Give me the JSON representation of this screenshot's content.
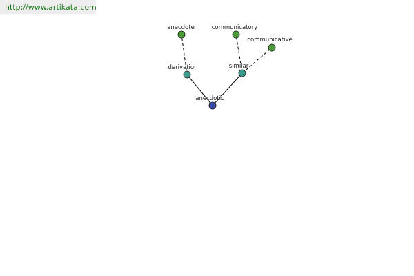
{
  "header": {
    "url": "http://www.artikata.com"
  },
  "colors": {
    "header_bg": "#eeeeee",
    "url_text": "#1a7a1a",
    "node_green": "#4a9a3a",
    "node_teal": "#3a9a8c",
    "node_blue": "#3a4aa8",
    "edge": "#000000"
  },
  "graph": {
    "nodes": [
      {
        "id": "anecdote",
        "label": "anecdote",
        "kind": "leaf"
      },
      {
        "id": "communicatory",
        "label": "communicatory",
        "kind": "leaf"
      },
      {
        "id": "communicative",
        "label": "communicative",
        "kind": "leaf"
      },
      {
        "id": "derivation",
        "label": "derivation",
        "kind": "relation"
      },
      {
        "id": "similar",
        "label": "similar",
        "kind": "relation"
      },
      {
        "id": "anecdotic",
        "label": "anecdotic",
        "kind": "root"
      }
    ],
    "edges": [
      {
        "from": "anecdotic",
        "to": "derivation",
        "style": "solid"
      },
      {
        "from": "anecdotic",
        "to": "similar",
        "style": "solid"
      },
      {
        "from": "derivation",
        "to": "anecdote",
        "style": "dashed"
      },
      {
        "from": "similar",
        "to": "communicatory",
        "style": "dashed"
      },
      {
        "from": "similar",
        "to": "communicative",
        "style": "dashed"
      }
    ]
  }
}
